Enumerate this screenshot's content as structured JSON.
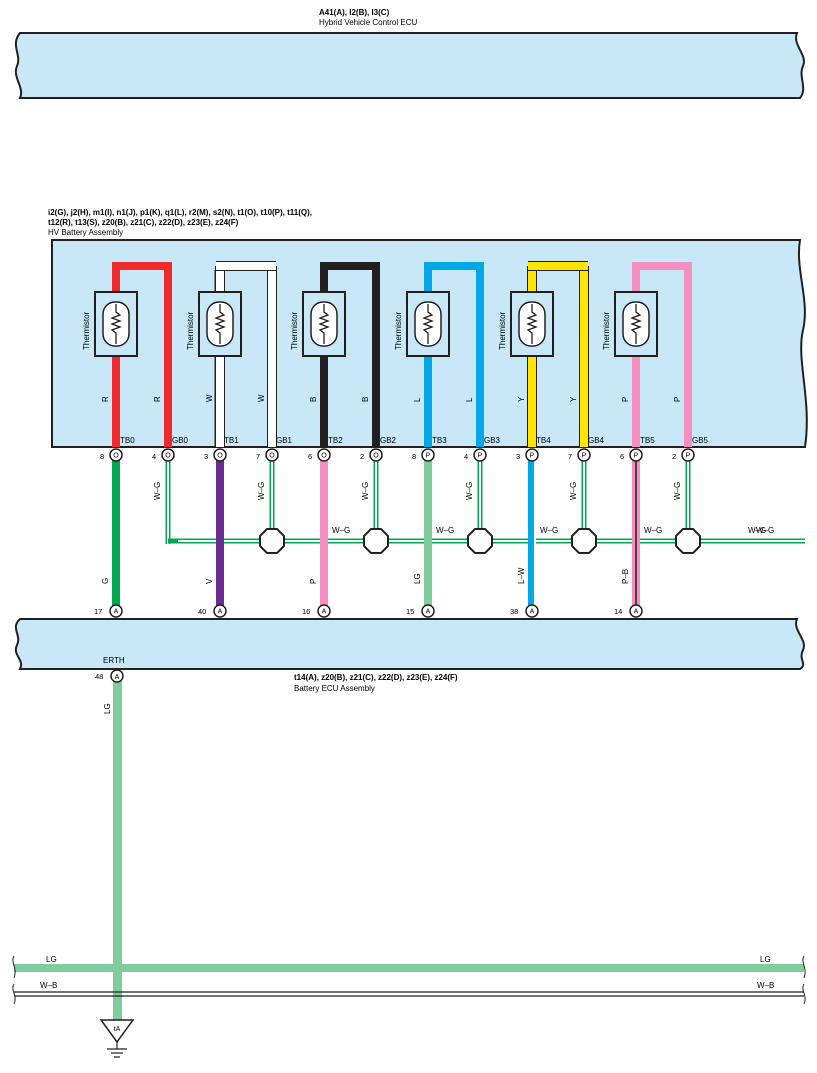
{
  "colors": {
    "box_fill": "#c8e8f8",
    "R": "#ee2a2c",
    "W": "#ffffff",
    "B": "#231f20",
    "L": "#00a9e5",
    "Y": "#ffe500",
    "P": "#f48fc0",
    "G": "#00a651",
    "V": "#6a2c91",
    "LG": "#80cc9c",
    "W-G": "#00a651",
    "W-B": "#231f20",
    "P-B_stripe": "#231f20"
  },
  "ecu": {
    "codes": "A41(A), I2(B), I3(C)",
    "name": "Hybrid Vehicle Control ECU"
  },
  "hv_battery": {
    "codes_line1": "i2(G), j2(H), m1(I), n1(J), p1(K), q1(L), r2(M), s2(N), t1(O), t10(P), t11(Q),",
    "codes_line2": "t12(R), t13(S), z20(B), z21(C), z22(D), z23(E), z24(F)",
    "name": "HV Battery Assembly"
  },
  "battery_ecu": {
    "codes": "t14(A), z20(B), z21(C), z22(D), z23(E), z24(F)",
    "name": "Battery ECU Assembly",
    "erth_label": "ERTH",
    "erth_pin": "48",
    "erth_connector": "A"
  },
  "sensors": [
    {
      "thermistor": "Thermistor",
      "tb_label": "TB0",
      "gb_label": "GB0",
      "inner_left": "R",
      "inner_right": "R",
      "color": "R",
      "tb_pin": "8",
      "tb_conn": "O",
      "gb_pin": "4",
      "gb_conn": "O",
      "lower_wire": "G",
      "ecu_pin": "17",
      "ecu_conn": "A",
      "ecu_label": "TB0",
      "gb_wire": "W–G"
    },
    {
      "thermistor": "Thermistor",
      "tb_label": "TB1",
      "gb_label": "GB1",
      "inner_left": "W",
      "inner_right": "W",
      "color": "W",
      "tb_pin": "3",
      "tb_conn": "O",
      "gb_pin": "7",
      "gb_conn": "O",
      "lower_wire": "V",
      "ecu_pin": "40",
      "ecu_conn": "A",
      "ecu_label": "TB1",
      "gb_wire": "W–G"
    },
    {
      "thermistor": "Thermistor",
      "tb_label": "TB2",
      "gb_label": "GB2",
      "inner_left": "B",
      "inner_right": "B",
      "color": "B",
      "tb_pin": "6",
      "tb_conn": "O",
      "gb_pin": "2",
      "gb_conn": "O",
      "lower_wire": "P",
      "ecu_pin": "16",
      "ecu_conn": "A",
      "ecu_label": "TB2",
      "gb_wire": "W–G"
    },
    {
      "thermistor": "Thermistor",
      "tb_label": "TB3",
      "gb_label": "GB3",
      "inner_left": "L",
      "inner_right": "L",
      "color": "L",
      "tb_pin": "8",
      "tb_conn": "P",
      "gb_pin": "4",
      "gb_conn": "P",
      "lower_wire": "LG",
      "ecu_pin": "15",
      "ecu_conn": "A",
      "ecu_label": "TB3",
      "gb_wire": "W–G"
    },
    {
      "thermistor": "Thermistor",
      "tb_label": "TB4",
      "gb_label": "GB4",
      "inner_left": "Y",
      "inner_right": "Y",
      "color": "Y",
      "tb_pin": "3",
      "tb_conn": "P",
      "gb_pin": "7",
      "gb_conn": "P",
      "lower_wire": "L–W",
      "ecu_pin": "38",
      "ecu_conn": "A",
      "ecu_label": "TB4",
      "gb_wire": "W–G"
    },
    {
      "thermistor": "Thermistor",
      "tb_label": "TB5",
      "gb_label": "GB5",
      "inner_left": "P",
      "inner_right": "P",
      "color": "P",
      "tb_pin": "6",
      "tb_conn": "P",
      "gb_pin": "2",
      "gb_conn": "P",
      "lower_wire": "P–B",
      "ecu_pin": "14",
      "ecu_conn": "A",
      "ecu_label": "TB5",
      "gb_wire": "W–G"
    }
  ],
  "bus": {
    "wg_labels": [
      "W–G",
      "W–G",
      "W–G",
      "W–G",
      "W–G"
    ],
    "wg_end_label": "W–G"
  },
  "erth_wire": "LG",
  "bottom_bus": {
    "lg_left": "LG",
    "lg_right": "LG",
    "wb_left": "W–B",
    "wb_right": "W–B"
  },
  "ground": {
    "label": "tA"
  }
}
